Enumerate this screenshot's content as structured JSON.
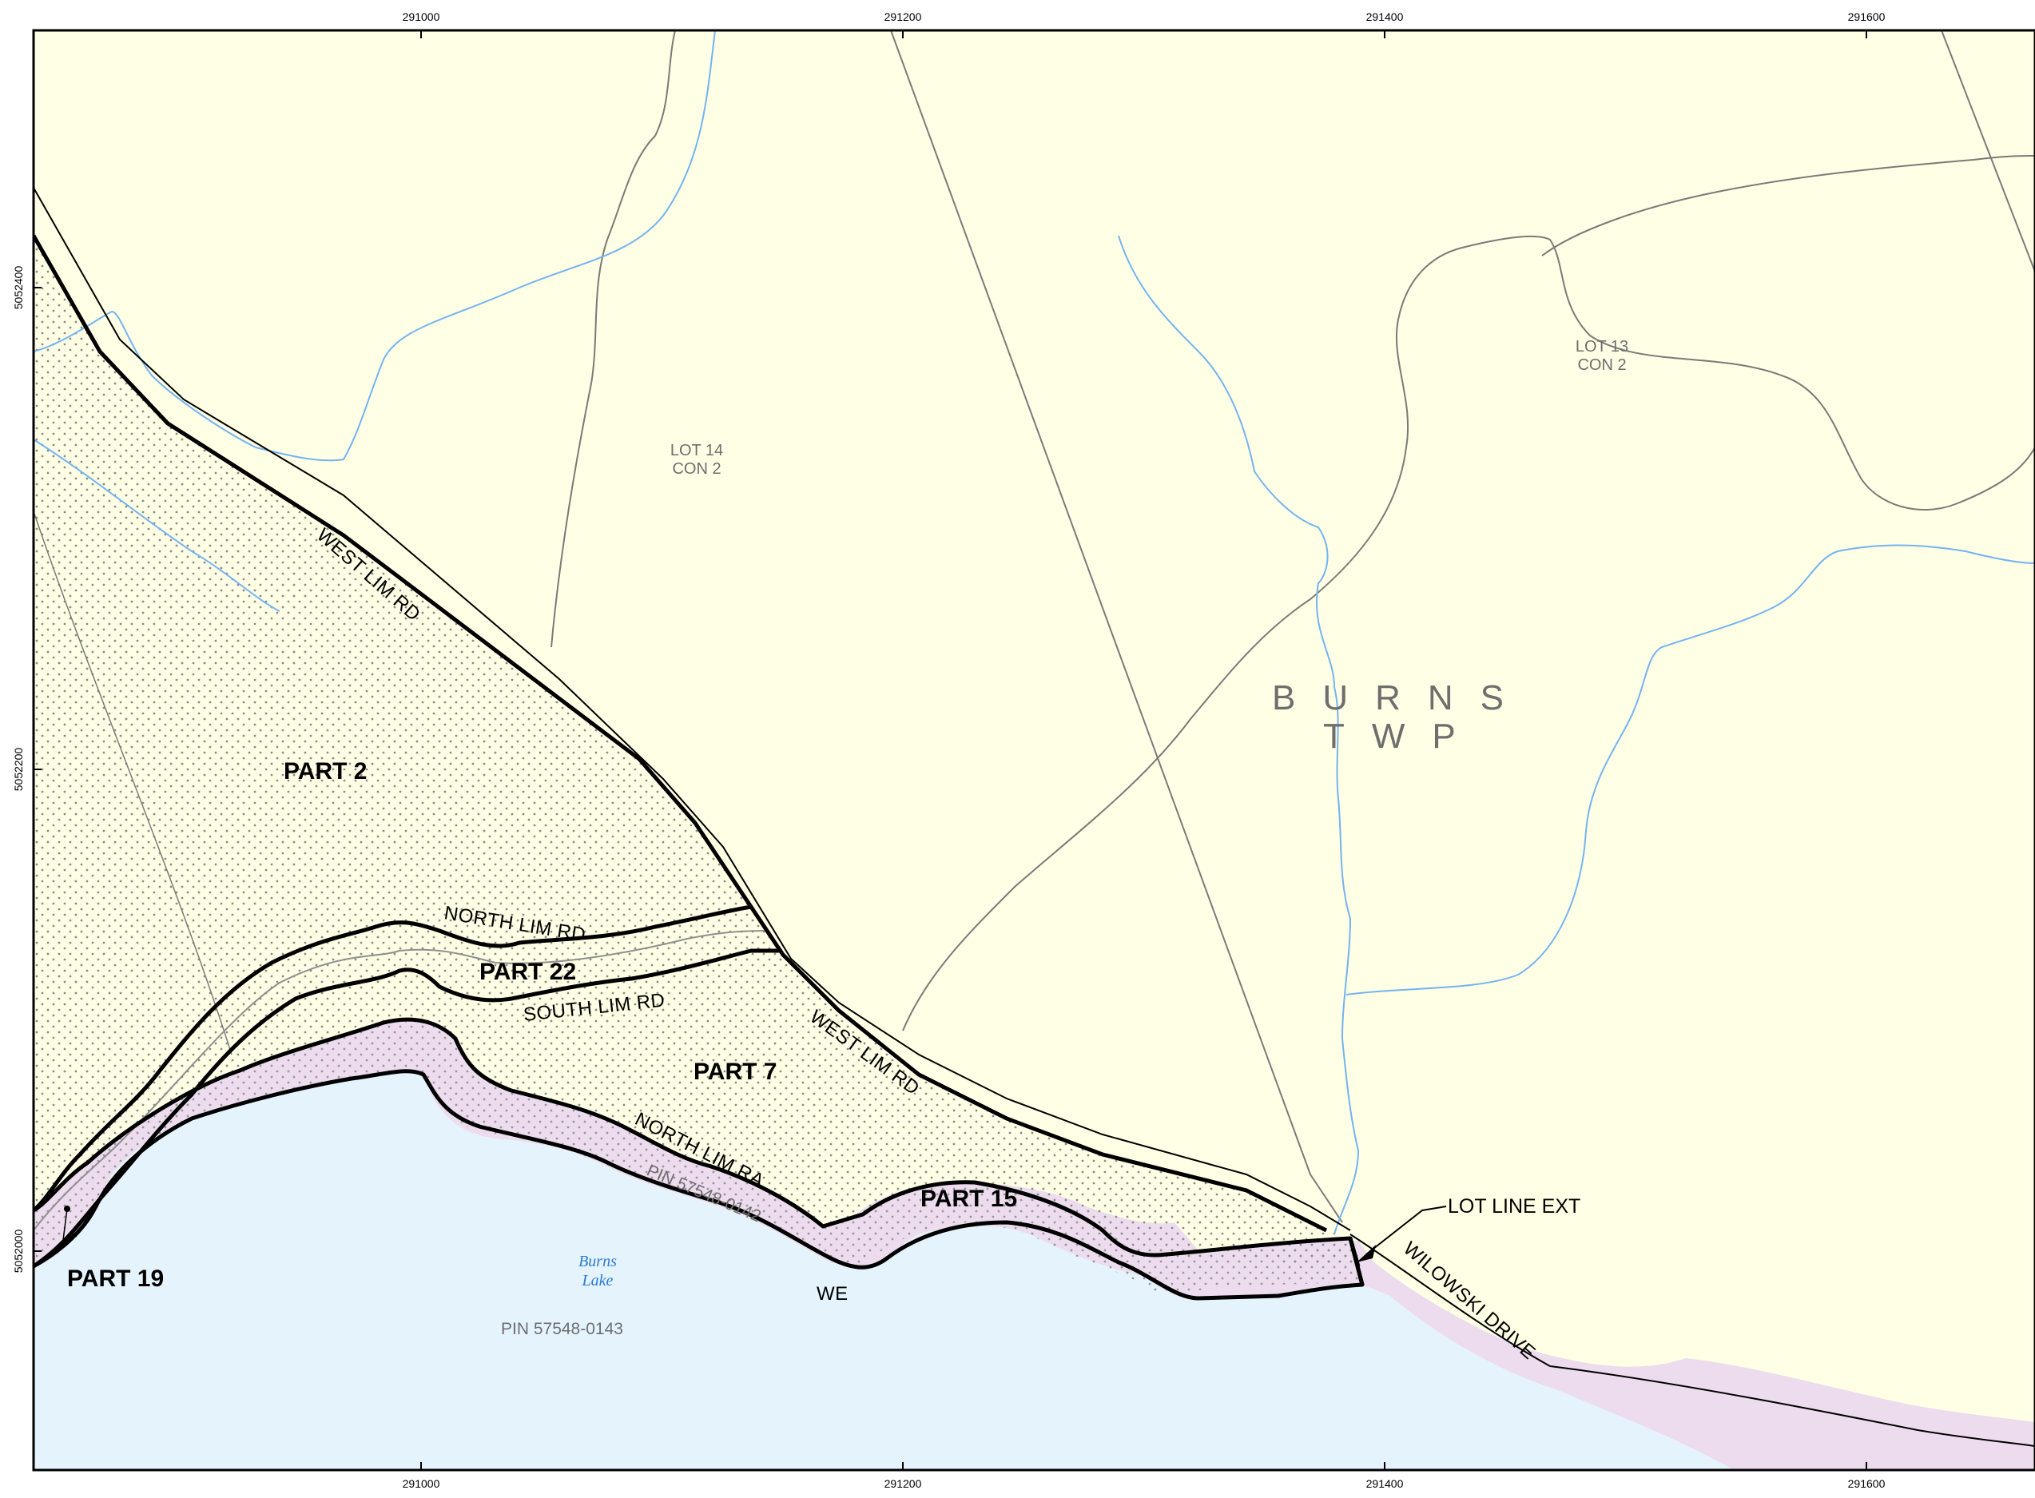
{
  "axes": {
    "x_ticks": [
      "291000",
      "291200",
      "291400",
      "291600"
    ],
    "y_ticks": [
      "5052400",
      "5052200",
      "5052000"
    ]
  },
  "labels": {
    "part_2": "PART 2",
    "part_22": "PART 22",
    "part_7": "PART 7",
    "part_15": "PART 15",
    "part_19": "PART 19",
    "road_west_lim_upper": "WEST LIM RD",
    "road_west_lim_lower": "WEST LIM RD",
    "road_north_lim": "NORTH LIM RD",
    "road_south_lim": "SOUTH LIM RD",
    "road_north_lim_ra": "NORTH LIM RA",
    "road_we": "WE",
    "road_wilowski": "WILOWSKI DRIVE",
    "lot14_line1": "LOT 14",
    "lot14_line2": "CON 2",
    "lot13_line1": "LOT 13",
    "lot13_line2": "CON 2",
    "twp_line1": "BURNS",
    "twp_line2": "TWP",
    "lake_line1": "Burns",
    "lake_line2": "Lake",
    "pin_0142": "PIN 57548-0142",
    "pin_0143": "PIN 57548-0143",
    "lot_line_ext": "LOT LINE EXT"
  },
  "colors": {
    "land": "#ffffe5",
    "water": "#e5f3fd",
    "road_allowance": "#ecdcee",
    "parcel_boundary": "#000000",
    "watercourse": "#74b3f0",
    "lot_line": "#7a7a7a",
    "stipple": "#8a8a8a"
  }
}
